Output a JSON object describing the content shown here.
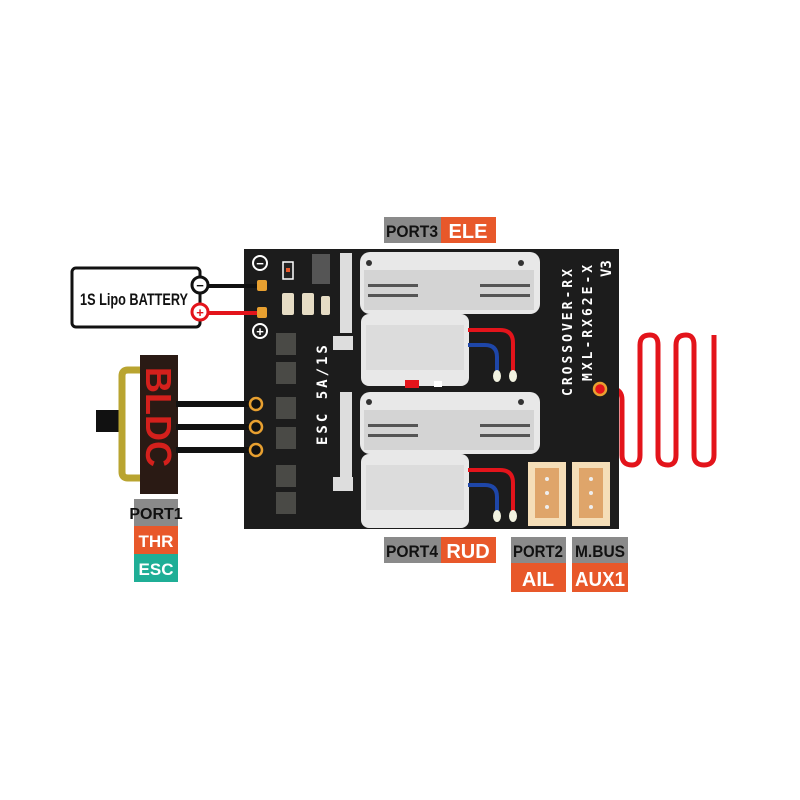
{
  "battery": {
    "label": "1S Lipo BATTERY",
    "minus": "−",
    "plus": "+"
  },
  "motor": {
    "label": "BLDC"
  },
  "board": {
    "name_line1": "CROSSOVER-RX",
    "name_line2": "MXL-RX62E-X",
    "version": "V3",
    "esc_label": "ESC 5A/1S",
    "minus_mark": "−",
    "plus_mark": "+"
  },
  "ports": {
    "port1": {
      "name": "PORT1",
      "func1": "THR",
      "func2": "ESC"
    },
    "port2": {
      "name": "PORT2",
      "func": "AIL"
    },
    "port3": {
      "name": "PORT3",
      "func": "ELE"
    },
    "port4": {
      "name": "PORT4",
      "func": "RUD"
    },
    "mbus": {
      "name": "M.BUS",
      "func": "AUX1"
    }
  },
  "colors": {
    "board": "#1c1c1c",
    "port_gray": "#8a8a8a",
    "func_orange": "#e8582a",
    "esc_teal": "#1fae96",
    "wire_red": "#e3141b"
  }
}
